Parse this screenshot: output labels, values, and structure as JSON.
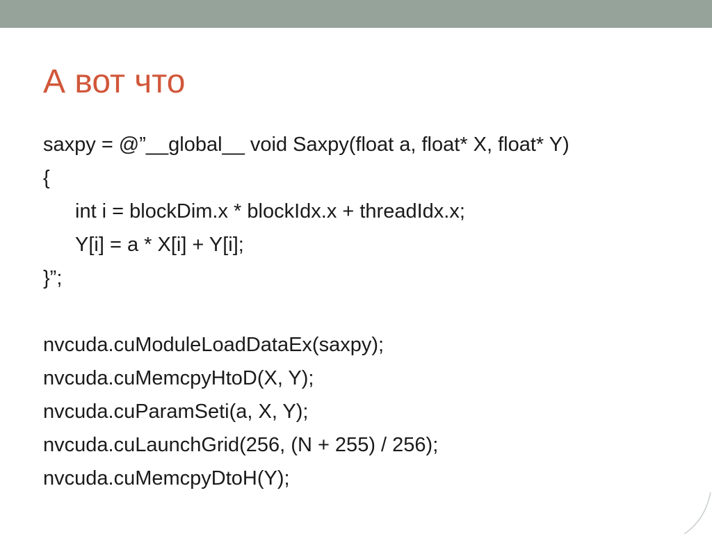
{
  "slide": {
    "title": "А вот что",
    "code_block_1": [
      "saxpy = @”__global__ void Saxpy(float a, float* X, float* Y)",
      "{",
      "int i = blockDim.x * blockIdx.x + threadIdx.x;",
      "Y[i] = a * X[i] + Y[i];",
      "}”;"
    ],
    "code_block_2": [
      "nvcuda.cuModuleLoadDataEx(saxpy);",
      "nvcuda.cuMemcpyHtoD(X, Y);",
      "nvcuda.cuParamSeti(a, X, Y);",
      "nvcuda.cuLaunchGrid(256, (N + 255) / 256);",
      "nvcuda.cuMemcpyDtoH(Y);"
    ]
  },
  "colors": {
    "top_band": "#95a39b",
    "title": "#d1573a",
    "text": "#1a1a1a"
  }
}
